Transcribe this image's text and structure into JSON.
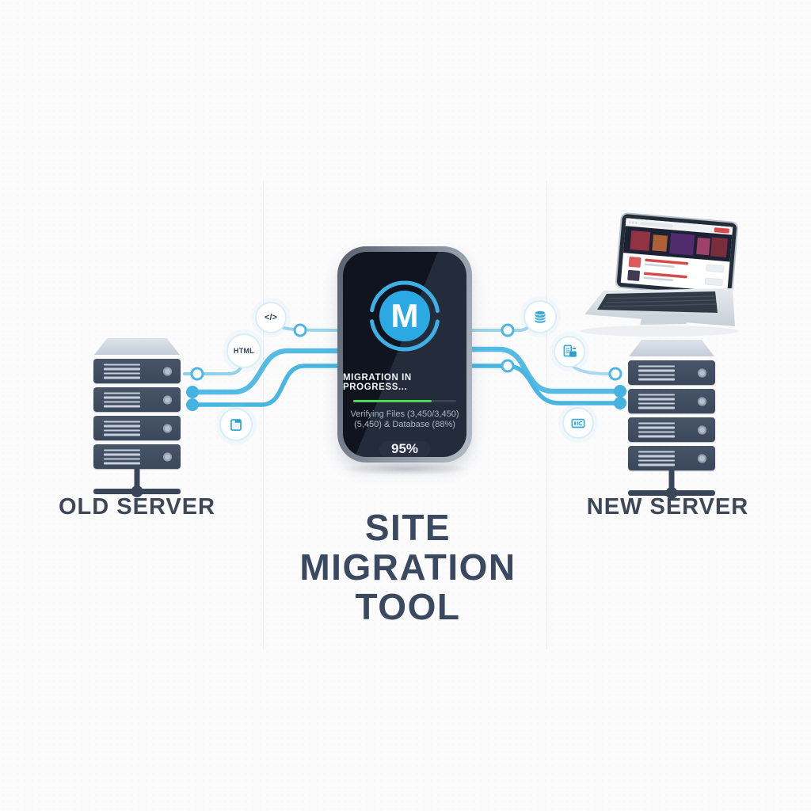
{
  "title": {
    "line1": "SITE",
    "line2": "MIGRATION",
    "line3": "TOOL"
  },
  "servers": {
    "old_label": "OLD SERVER",
    "new_label": "NEW SERVER"
  },
  "phone": {
    "logo_letter": "M",
    "status_text": "MIGRATION IN PROGRESS...",
    "progress_fill": "76%",
    "detail_line1": "Verifying Files (3,450/3,450)",
    "detail_line2": "(5,450) & Database (88%)",
    "percent_badge": "95%"
  },
  "badges": {
    "code_label": "</>",
    "html_label": "HTML"
  },
  "icons": {
    "left": [
      "code-icon",
      "html-badge",
      "document-icon"
    ],
    "right": [
      "database-icon",
      "files-folder-icon",
      "data-card-icon"
    ]
  },
  "colors": {
    "accent_blue": "#45b2e0",
    "line_blue_light": "#9ad3ec",
    "progress_green": "#46d653",
    "label_navy": "#3d4756",
    "phone_screen_dark": "#131a27",
    "server_body": "#3f4c61"
  }
}
